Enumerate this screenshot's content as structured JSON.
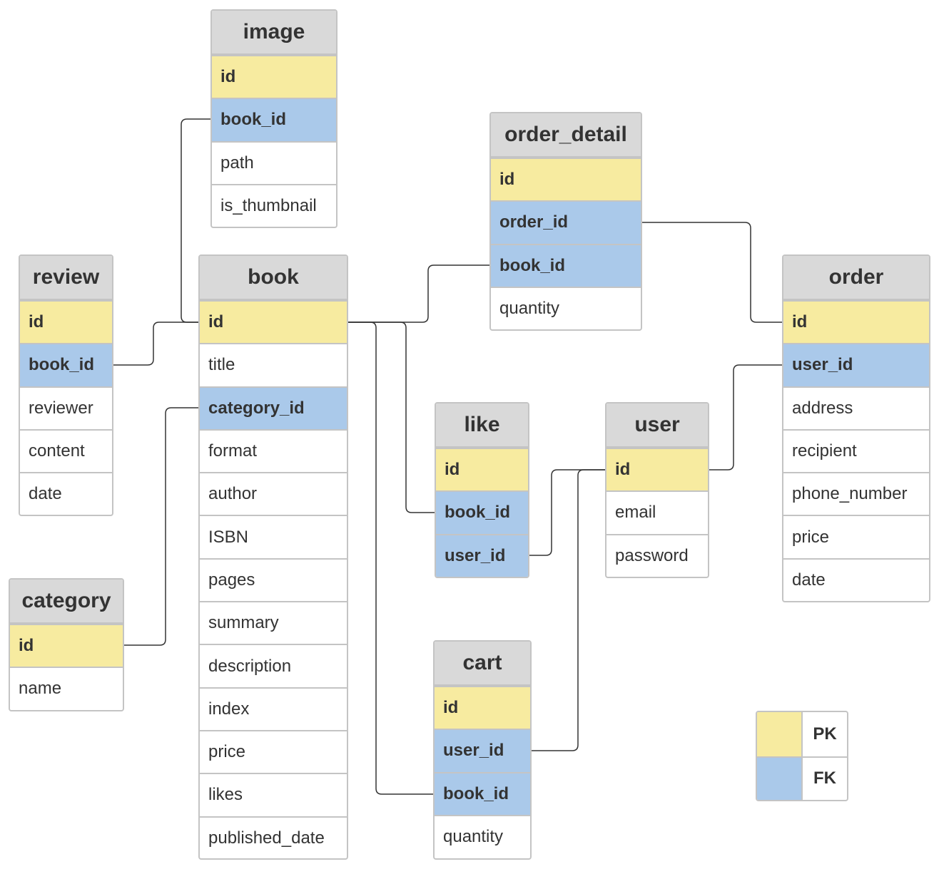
{
  "colors": {
    "pk": "#f7eba0",
    "fk": "#aac9ea",
    "header": "#d9d9d9",
    "border": "#c4c4c4",
    "text": "#333333"
  },
  "entities": {
    "image": {
      "title": "image",
      "fields": [
        {
          "name": "id",
          "kind": "pk"
        },
        {
          "name": "book_id",
          "kind": "fk"
        },
        {
          "name": "path",
          "kind": "plain"
        },
        {
          "name": "is_thumbnail",
          "kind": "plain"
        }
      ]
    },
    "order_detail": {
      "title": "order_detail",
      "fields": [
        {
          "name": "id",
          "kind": "pk"
        },
        {
          "name": "order_id",
          "kind": "fk"
        },
        {
          "name": "book_id",
          "kind": "fk"
        },
        {
          "name": "quantity",
          "kind": "plain"
        }
      ]
    },
    "review": {
      "title": "review",
      "fields": [
        {
          "name": "id",
          "kind": "pk"
        },
        {
          "name": "book_id",
          "kind": "fk"
        },
        {
          "name": "reviewer",
          "kind": "plain"
        },
        {
          "name": "content",
          "kind": "plain"
        },
        {
          "name": "date",
          "kind": "plain"
        }
      ]
    },
    "book": {
      "title": "book",
      "fields": [
        {
          "name": "id",
          "kind": "pk"
        },
        {
          "name": "title",
          "kind": "plain"
        },
        {
          "name": "category_id",
          "kind": "fk"
        },
        {
          "name": "format",
          "kind": "plain"
        },
        {
          "name": "author",
          "kind": "plain"
        },
        {
          "name": "ISBN",
          "kind": "plain"
        },
        {
          "name": "pages",
          "kind": "plain"
        },
        {
          "name": "summary",
          "kind": "plain"
        },
        {
          "name": "description",
          "kind": "plain"
        },
        {
          "name": "index",
          "kind": "plain"
        },
        {
          "name": "price",
          "kind": "plain"
        },
        {
          "name": "likes",
          "kind": "plain"
        },
        {
          "name": "published_date",
          "kind": "plain"
        }
      ]
    },
    "order": {
      "title": "order",
      "fields": [
        {
          "name": "id",
          "kind": "pk"
        },
        {
          "name": "user_id",
          "kind": "fk"
        },
        {
          "name": "address",
          "kind": "plain"
        },
        {
          "name": "recipient",
          "kind": "plain"
        },
        {
          "name": "phone_number",
          "kind": "plain"
        },
        {
          "name": "price",
          "kind": "plain"
        },
        {
          "name": "date",
          "kind": "plain"
        }
      ]
    },
    "like": {
      "title": "like",
      "fields": [
        {
          "name": "id",
          "kind": "pk"
        },
        {
          "name": "book_id",
          "kind": "fk"
        },
        {
          "name": "user_id",
          "kind": "fk"
        }
      ]
    },
    "user": {
      "title": "user",
      "fields": [
        {
          "name": "id",
          "kind": "pk"
        },
        {
          "name": "email",
          "kind": "plain"
        },
        {
          "name": "password",
          "kind": "plain"
        }
      ]
    },
    "category": {
      "title": "category",
      "fields": [
        {
          "name": "id",
          "kind": "pk"
        },
        {
          "name": "name",
          "kind": "plain"
        }
      ]
    },
    "cart": {
      "title": "cart",
      "fields": [
        {
          "name": "id",
          "kind": "pk"
        },
        {
          "name": "user_id",
          "kind": "fk"
        },
        {
          "name": "book_id",
          "kind": "fk"
        },
        {
          "name": "quantity",
          "kind": "plain"
        }
      ]
    }
  },
  "relationships": [
    {
      "from": "image.book_id",
      "to": "book.id"
    },
    {
      "from": "review.book_id",
      "to": "book.id"
    },
    {
      "from": "book.category_id",
      "to": "category.id"
    },
    {
      "from": "order_detail.book_id",
      "to": "book.id"
    },
    {
      "from": "order_detail.order_id",
      "to": "order.id"
    },
    {
      "from": "like.book_id",
      "to": "book.id"
    },
    {
      "from": "cart.book_id",
      "to": "book.id"
    },
    {
      "from": "like.user_id",
      "to": "user.id"
    },
    {
      "from": "cart.user_id",
      "to": "user.id"
    },
    {
      "from": "order.user_id",
      "to": "user.id"
    }
  ],
  "legend": {
    "pk_label": "PK",
    "fk_label": "FK"
  }
}
